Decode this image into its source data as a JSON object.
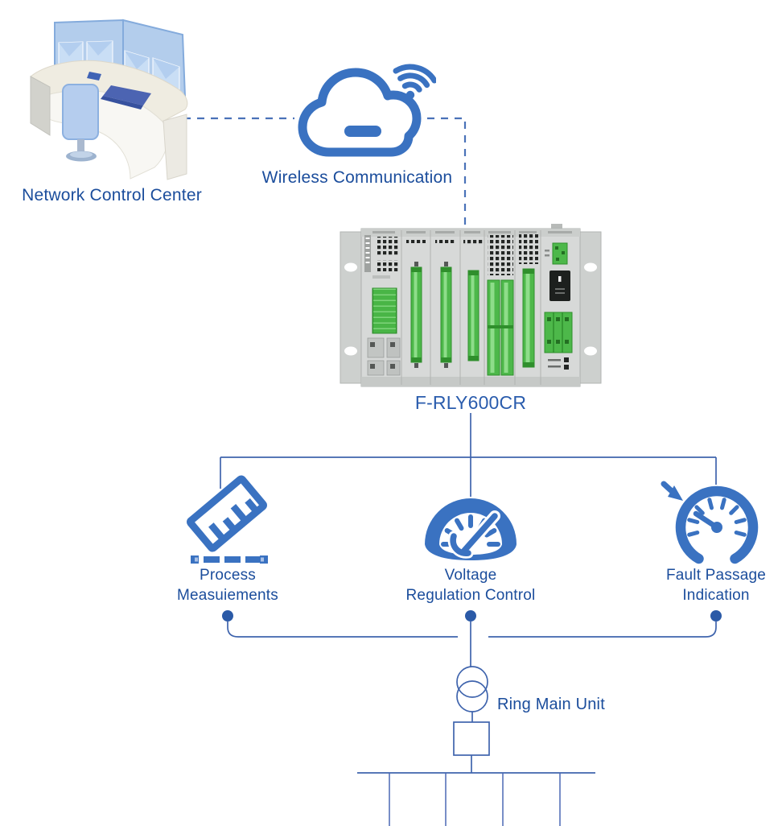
{
  "page": {
    "background": "#ffffff"
  },
  "colors": {
    "icon_blue": "#3a72c1",
    "text_blue": "#1b4d9c",
    "device_label_blue": "#2a5cad",
    "line_blue": "#3f64ad",
    "node_dot_blue": "#2b5aa7",
    "device_body_gray": "#d7d9d8",
    "device_green": "#4db84a"
  },
  "control_center": {
    "label": "Network Control Center",
    "icon": "control-desk-icon"
  },
  "wireless": {
    "label": "Wireless Communication",
    "icon": "cloud-wifi-icon"
  },
  "device": {
    "label": "F-RLY600CR",
    "icon": "protection-relay-rack-icon"
  },
  "functions": [
    {
      "id": "process-measurements",
      "line1": "Process",
      "line2": "Measuiements",
      "icon": "ruler-icon"
    },
    {
      "id": "voltage-regulation-control",
      "line1": "Voltage",
      "line2": "Regulation Control",
      "icon": "speedometer-icon"
    },
    {
      "id": "fault-passage-indication",
      "line1": "Fault Passage",
      "line2": "Indication",
      "icon": "fault-gauge-icon"
    }
  ],
  "ring_main_unit": {
    "label": "Ring Main Unit",
    "icon": "transformer-symbol"
  }
}
